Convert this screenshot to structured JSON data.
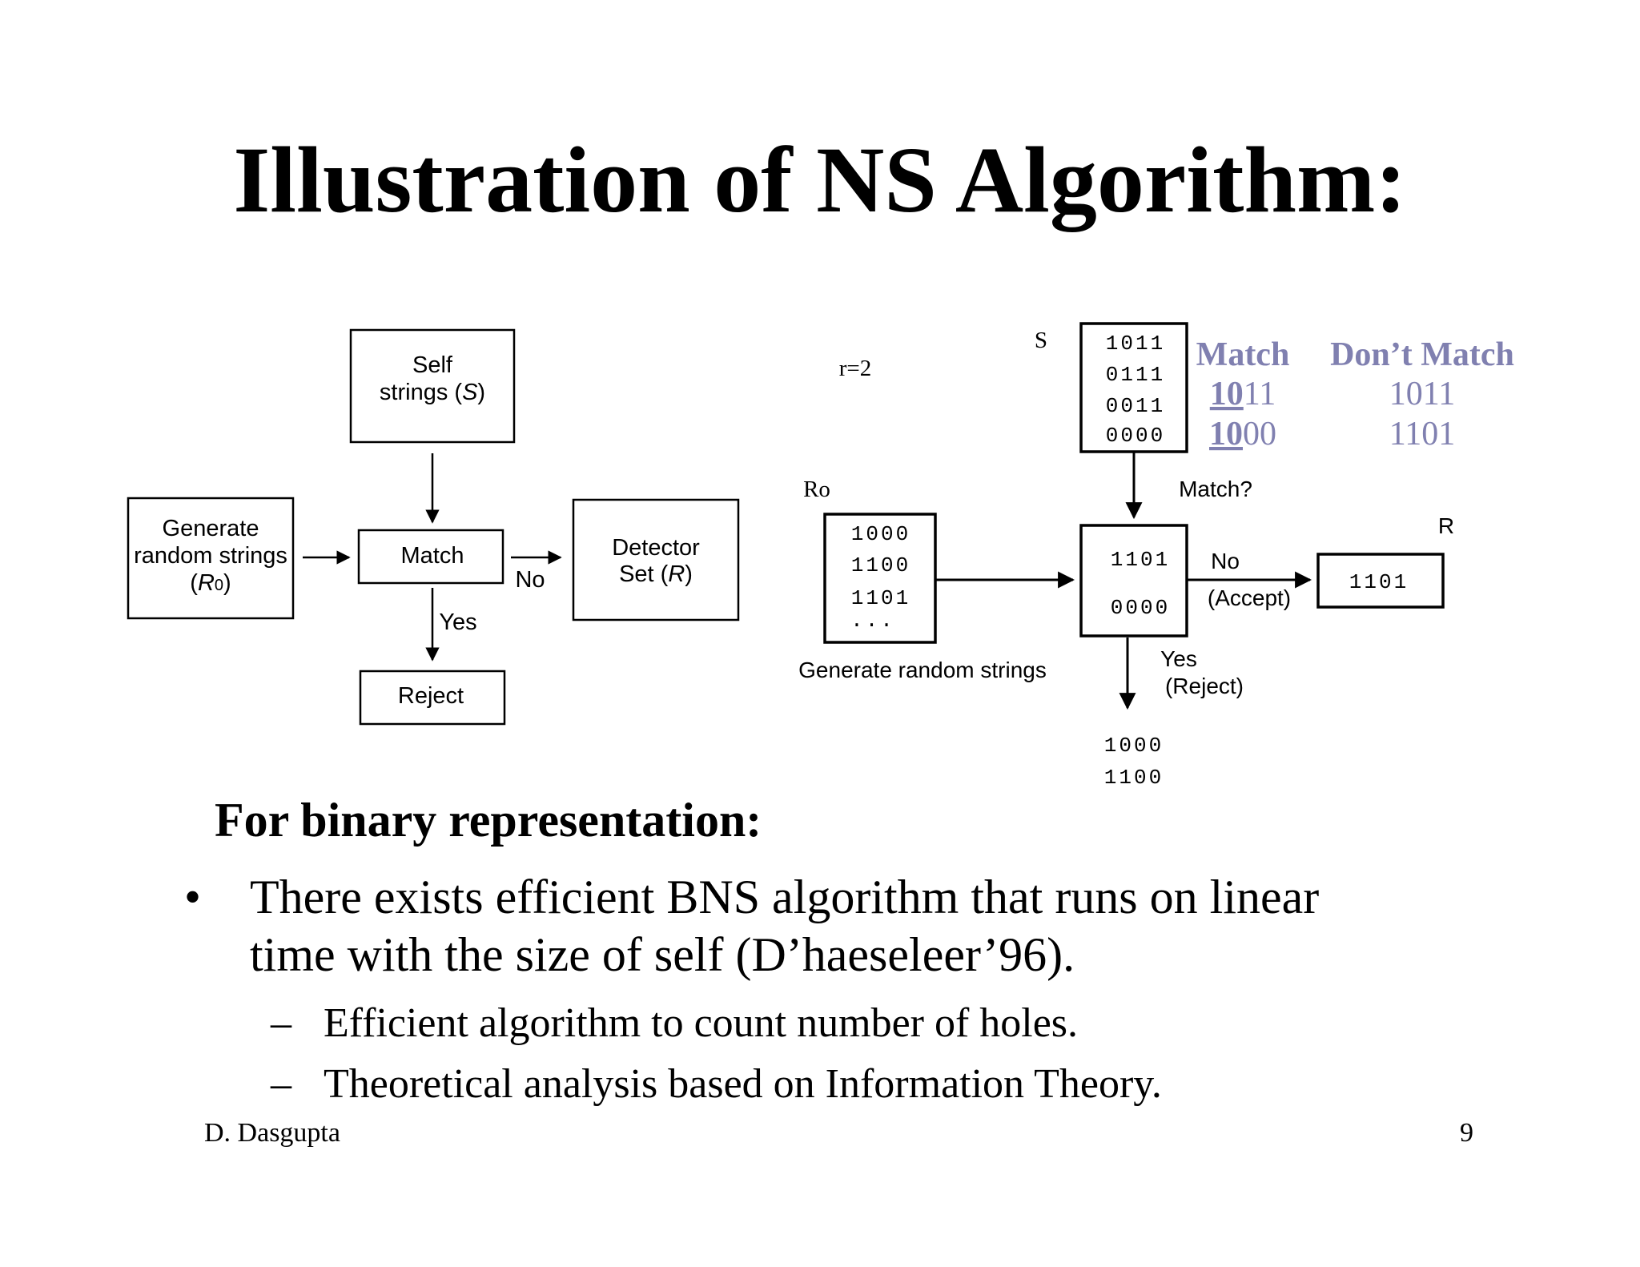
{
  "title": "Illustration of NS Algorithm:",
  "left_flow": {
    "self_box": {
      "line1": "Self",
      "line2_prefix": "strings (",
      "line2_var": "S",
      "line2_suffix": ")"
    },
    "generate_box": {
      "line1": "Generate",
      "line2": "random strings",
      "line3_prefix": "(",
      "line3_var": "R",
      "line3_sub": "0",
      "line3_suffix": ")"
    },
    "match_box": "Match",
    "detector_box": {
      "line1": "Detector",
      "line2_prefix": "Set (",
      "line2_var": "R",
      "line2_suffix": ")"
    },
    "reject_box": "Reject",
    "no_label": "No",
    "yes_label": "Yes"
  },
  "right_flow": {
    "r_param": "r=2",
    "s_label": "S",
    "s_strings": [
      "1011",
      "0111",
      "0011",
      "0000"
    ],
    "ro_label": "Ro",
    "ro_strings": [
      "1000",
      "1100",
      "1101",
      "..."
    ],
    "generate_caption": "Generate random strings",
    "match_question": "Match?",
    "candidate_strings": [
      "1101",
      "0000"
    ],
    "no_label": "No",
    "accept_label": "(Accept)",
    "yes_label": "Yes",
    "reject_label": "(Reject)",
    "rejected_strings": [
      "1000",
      "1100"
    ],
    "r_label": "R",
    "r_strings": [
      "1101"
    ]
  },
  "match_table": {
    "match_header": "Match",
    "dont_match_header": "Don’t Match",
    "match_rows": [
      {
        "underlined": "10",
        "rest": "11"
      },
      {
        "underlined": "10",
        "rest": "00"
      }
    ],
    "dont_match_rows": [
      "1011",
      "1101"
    ],
    "color": "#8080b0"
  },
  "body": {
    "subheading": "For binary representation:",
    "bullet_symbol": "•",
    "bullet_line1": "There exists efficient BNS algorithm that runs on linear",
    "bullet_line2": "time with the size of self (D’haeseleer’96).",
    "dash_symbol": "–",
    "sub_bullets": [
      "Efficient algorithm to count number of holes.",
      "Theoretical analysis based on Information Theory."
    ]
  },
  "footer": {
    "author": "D. Dasgupta",
    "page": "9"
  }
}
